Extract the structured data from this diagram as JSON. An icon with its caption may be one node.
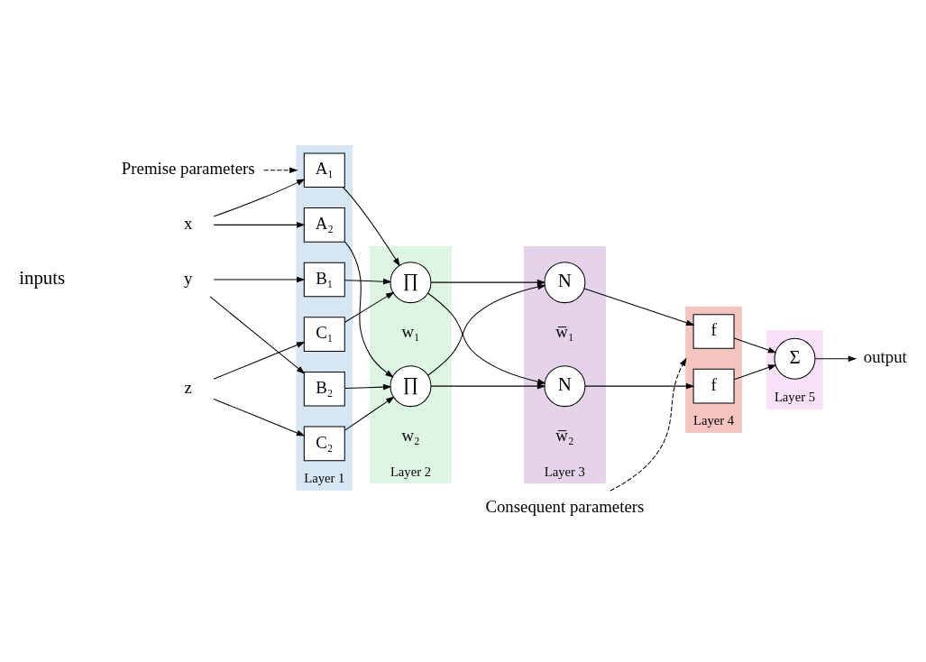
{
  "diagram": {
    "nodes": [
      {
        "text": [
          "Premise parameters"
        ]
      },
      {
        "text": [
          "Consequent parameters"
        ]
      },
      {
        "text": [
          "x"
        ]
      },
      {
        "text": [
          "y"
        ]
      },
      {
        "text": [
          "z"
        ]
      },
      {
        "text": [
          "Layer 1"
        ]
      },
      {
        "text": [
          "A₁"
        ],
        "in": 5
      },
      {
        "text": [
          "A₂"
        ],
        "in": 5
      },
      {
        "text": [
          "B₁"
        ],
        "in": 5
      },
      {
        "text": [
          "B₂"
        ],
        "in": 5
      },
      {
        "text": [
          "C₁"
        ],
        "in": 5
      },
      {
        "text": [
          "C₂"
        ],
        "in": 5
      },
      {
        "text": [
          "Layer 2"
        ]
      },
      {
        "text": [
          "∏"
        ],
        "in": 12,
        "beside": [
          "w₁"
        ]
      },
      {
        "text": [
          "∏"
        ],
        "in": 12,
        "beside": [
          "w₂"
        ]
      },
      {
        "text": [
          "Layer 3"
        ]
      },
      {
        "text": [
          "N"
        ],
        "in": 15,
        "beside": [
          "w̅₁"
        ]
      },
      {
        "text": [
          "N"
        ],
        "in": 15,
        "beside": [
          "w̅₂"
        ]
      },
      {
        "text": [
          "Layer 4"
        ]
      },
      {
        "text": [
          "f"
        ],
        "in": 18
      },
      {
        "text": [
          "f"
        ],
        "in": 18
      },
      {
        "text": [
          "Layer 5"
        ]
      },
      {
        "text": [
          "Σ"
        ],
        "in": 21
      },
      {
        "text": [
          "output"
        ]
      }
    ],
    "edges": [
      {
        "from": 0,
        "to": 5,
        "arrow": "to",
        "style": "dashed"
      },
      {
        "from": 1,
        "to": 18,
        "arrow": "to",
        "style": "dashed"
      },
      {
        "from": 2,
        "to": 6,
        "arrow": "to"
      },
      {
        "from": 2,
        "to": 7,
        "arrow": "to"
      },
      {
        "from": 3,
        "to": 8,
        "arrow": "to"
      },
      {
        "from": 3,
        "to": 9,
        "arrow": "to"
      },
      {
        "from": 4,
        "to": 10,
        "arrow": "to"
      },
      {
        "from": 4,
        "to": 11,
        "arrow": "to"
      },
      {
        "from": 6,
        "to": 13,
        "arrow": "to"
      },
      {
        "from": 7,
        "to": 14,
        "arrow": "to"
      },
      {
        "from": 8,
        "to": 13,
        "arrow": "to"
      },
      {
        "from": 9,
        "to": 14,
        "arrow": "to"
      },
      {
        "from": 10,
        "to": 13,
        "arrow": "to"
      },
      {
        "from": 11,
        "to": 14,
        "arrow": "to"
      },
      {
        "from": 13,
        "to": 16,
        "arrow": "to"
      },
      {
        "from": 13,
        "to": 17,
        "arrow": "to"
      },
      {
        "from": 14,
        "to": 16,
        "arrow": "to"
      },
      {
        "from": 14,
        "to": 17,
        "arrow": "to"
      },
      {
        "from": 16,
        "to": 19,
        "arrow": "to"
      },
      {
        "from": 17,
        "to": 20,
        "arrow": "to"
      },
      {
        "from": 19,
        "to": 22,
        "arrow": "to"
      },
      {
        "from": 20,
        "to": 22,
        "arrow": "to"
      },
      {
        "from": 22,
        "to": 23,
        "arrow": "to"
      }
    ],
    "labels": [
      "inputs"
    ]
  }
}
